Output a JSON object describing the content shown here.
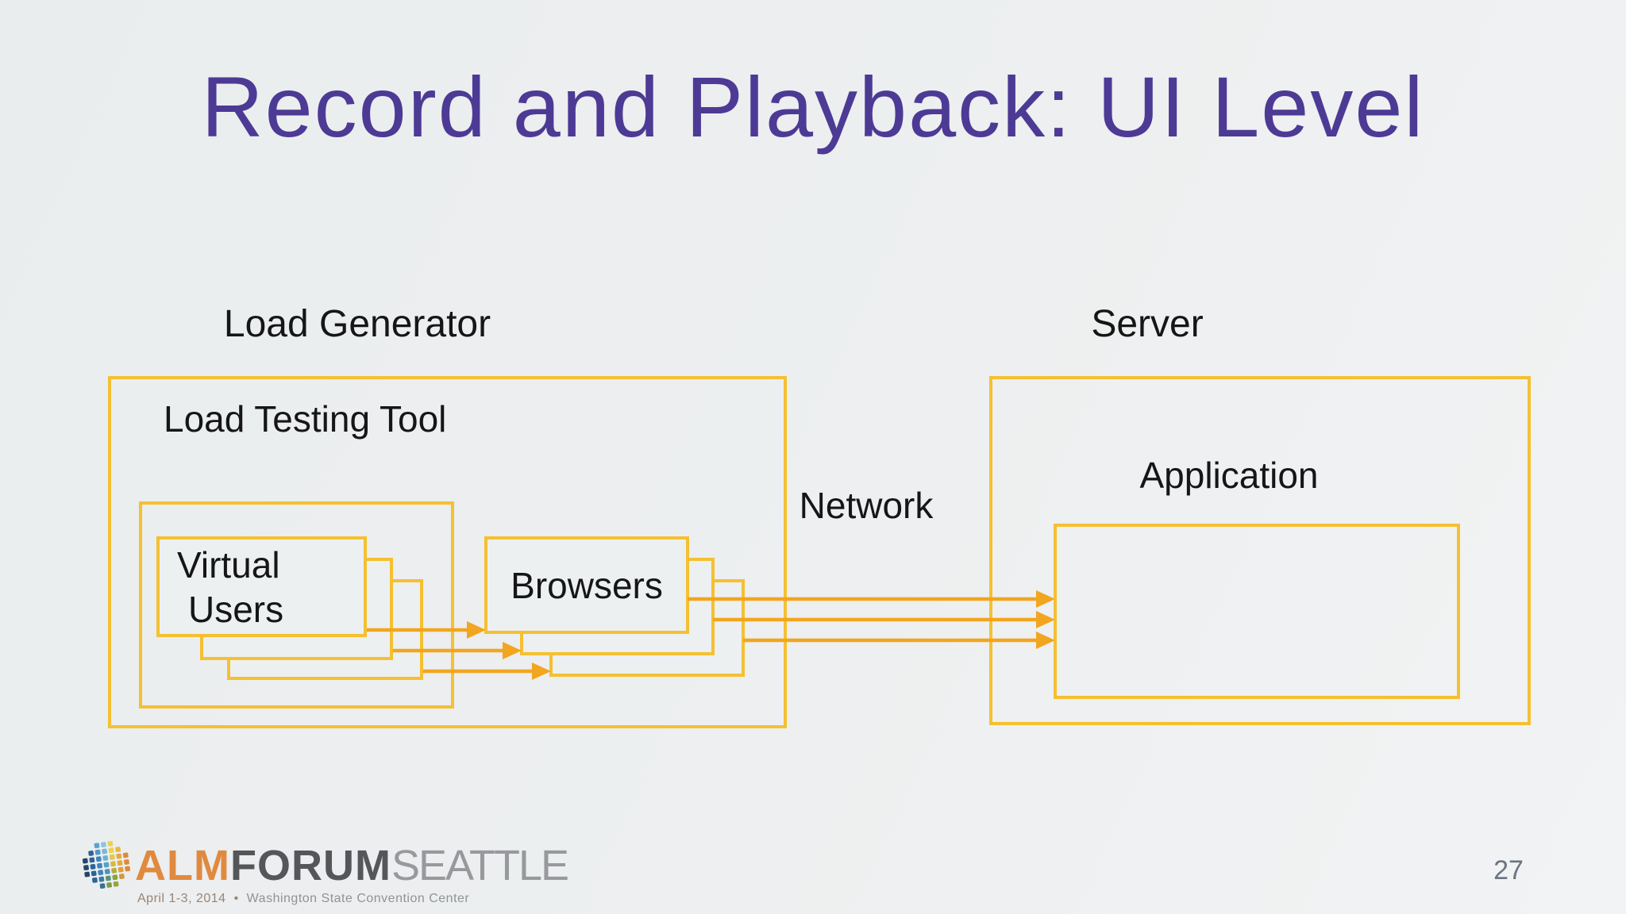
{
  "slide": {
    "title": "Record and Playback: UI Level",
    "page_number": "27"
  },
  "colors": {
    "title_purple": "#4d3a95",
    "box_border_gold": "#f5c031",
    "arrow_orange": "#f2a51e",
    "label_black": "#161616",
    "background": "#edeff0"
  },
  "diagram": {
    "load_generator_label": "Load Generator",
    "server_label": "Server",
    "load_testing_tool_label": "Load Testing Tool",
    "virtual_users_line1": "Virtual",
    "virtual_users_line2": "Users",
    "browsers_label": "Browsers",
    "network_label": "Network",
    "application_label": "Application"
  },
  "footer": {
    "logo_icon": "alm-globe-logo",
    "logo_alm": "ALM",
    "logo_forum": "FORUM",
    "logo_seattle": "SEATTLE",
    "tagline_date": "April 1-3, 2014",
    "tagline_separator": "•",
    "tagline_venue": "Washington State Convention Center"
  }
}
